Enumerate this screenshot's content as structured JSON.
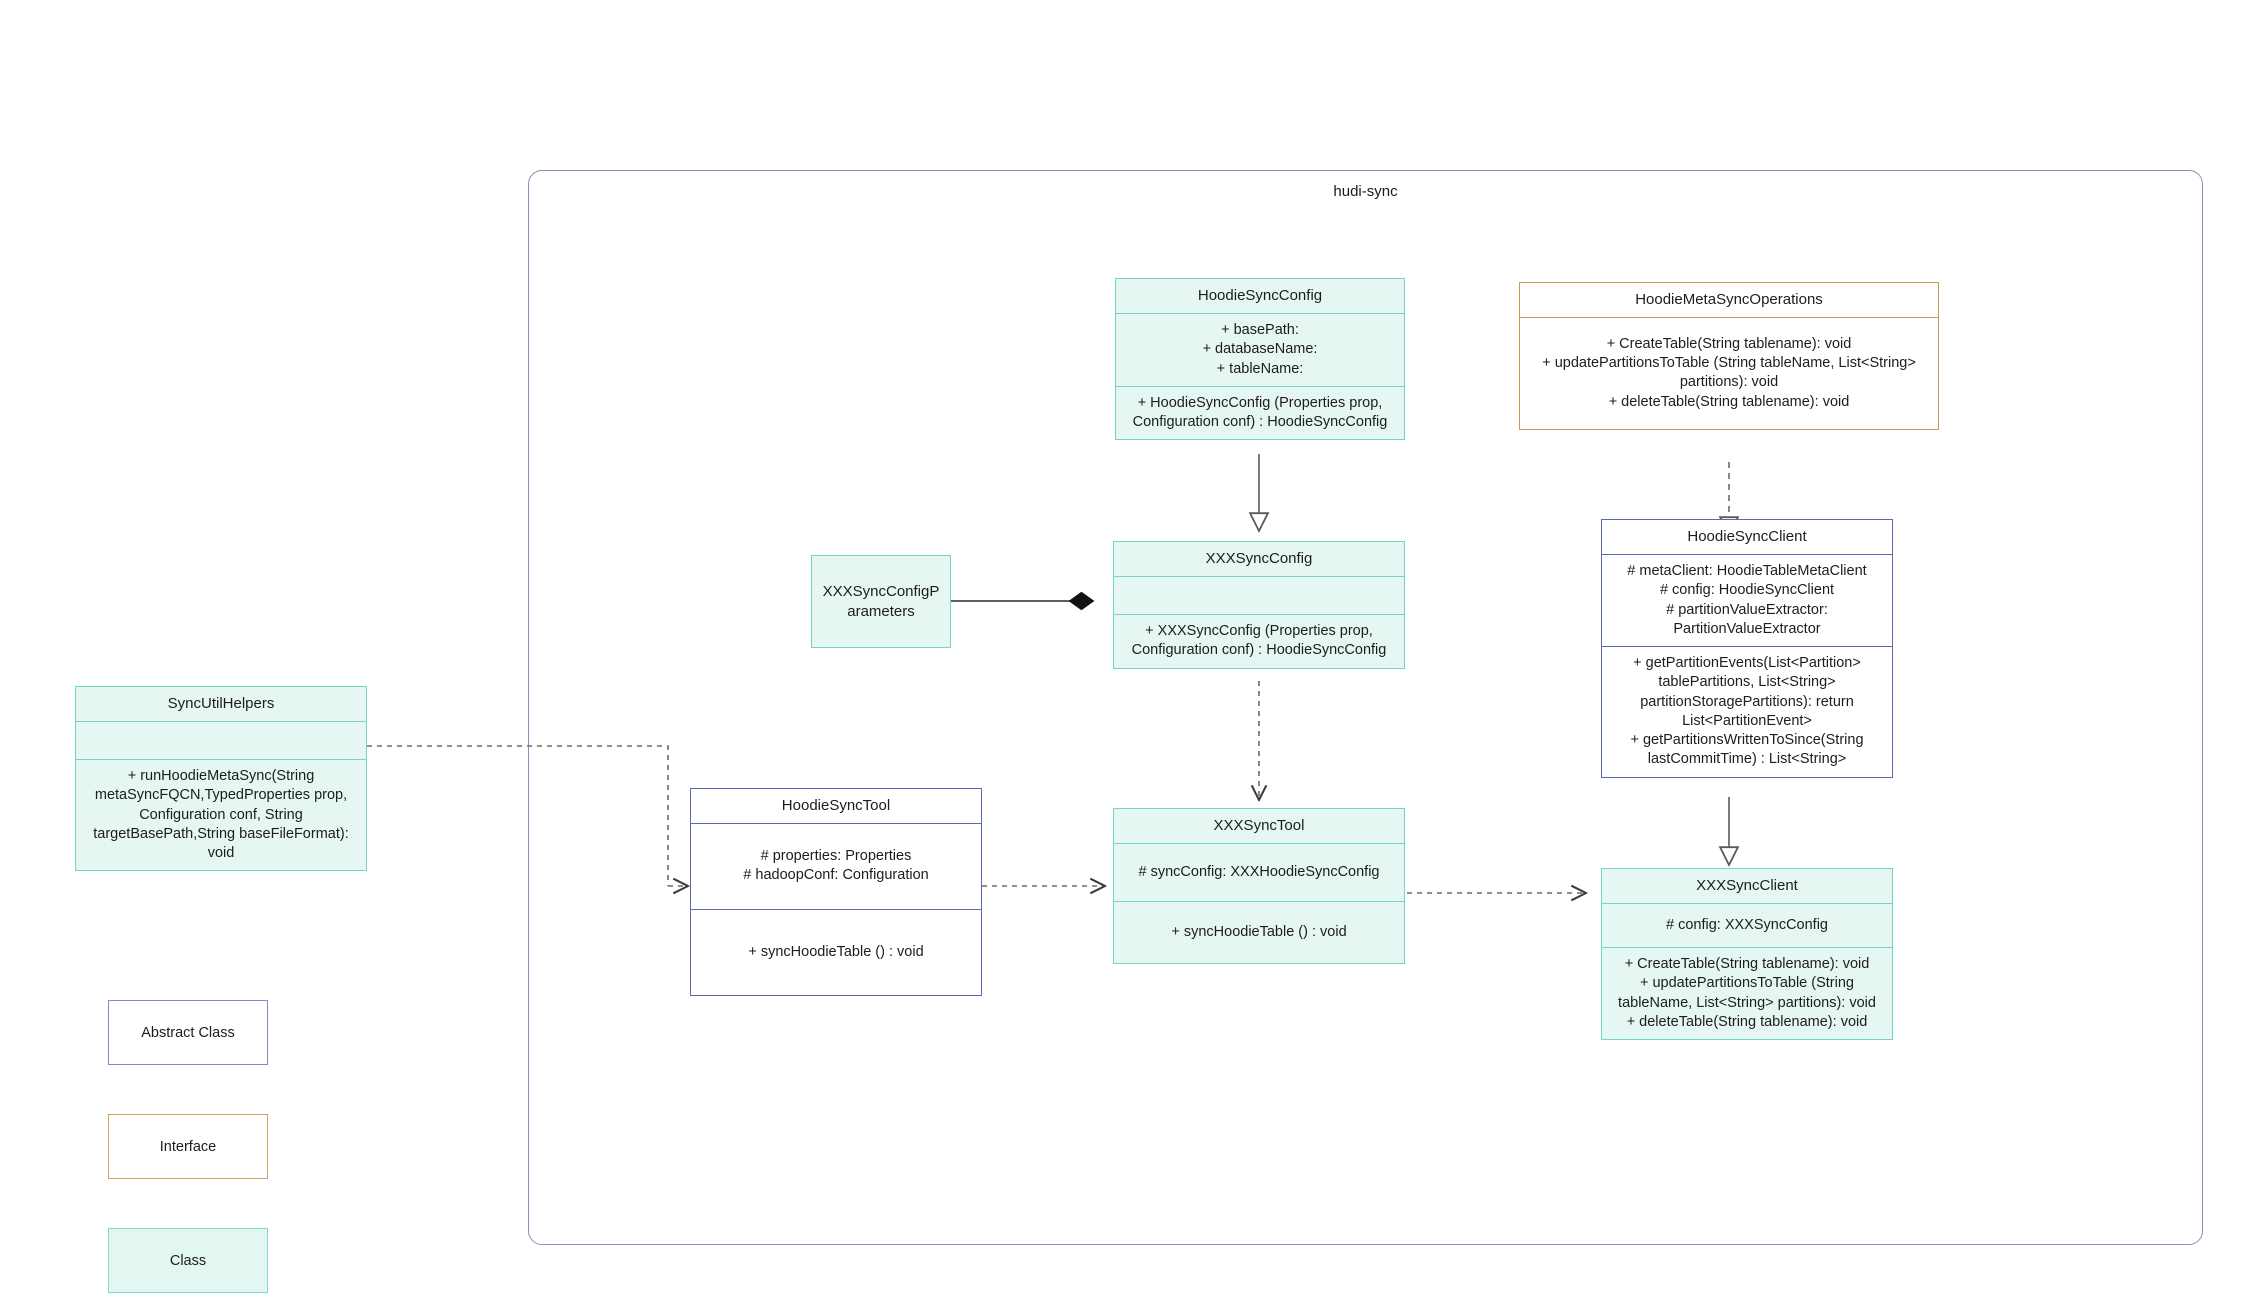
{
  "diagram": {
    "package_label": "hudi-sync",
    "colors": {
      "class_border": "#72d5cc",
      "class_fill": "#e6f6f3",
      "abstract_border": "#5b6bad",
      "abstract_fill": "#ffffff",
      "interface_border": "#c99a54",
      "interface_fill": "#ffffff",
      "package_border": "#8e8fb5",
      "connector": "#5a5a5a",
      "text": "#1d1d1d"
    }
  },
  "classes": {
    "hoodie_sync_config": {
      "stereotype": "class",
      "title": "HoodieSyncConfig",
      "attributes": "+    basePath:\n+   databaseName:\n+    tableName:",
      "methods": "+   HoodieSyncConfig (Properties prop, Configuration conf) : HoodieSyncConfig"
    },
    "hoodie_meta_sync_operations": {
      "stereotype": "interface",
      "title": "HoodieMetaSyncOperations",
      "methods": "+    CreateTable(String tablename): void\n+   updatePartitionsToTable (String tableName, List<String> partitions): void\n+    deleteTable(String tablename): void"
    },
    "xxx_sync_config_parameters": {
      "stereotype": "class",
      "title": "XXXSyncConfigParameters"
    },
    "xxx_sync_config": {
      "stereotype": "class",
      "title": "XXXSyncConfig",
      "attributes": "",
      "methods": "+   XXXSyncConfig (Properties prop, Configuration conf) : HoodieSyncConfig"
    },
    "hoodie_sync_client": {
      "stereotype": "abstract",
      "title": "HoodieSyncClient",
      "attributes": "#   metaClient: HoodieTableMetaClient\n#    config: HoodieSyncClient\n#    partitionValueExtractor: PartitionValueExtractor",
      "methods": "+   getPartitionEvents(List<Partition> tablePartitions, List<String> partitionStoragePartitions): return List<PartitionEvent>\n+   getPartitionsWrittenToSince(String lastCommitTime) : List<String>"
    },
    "sync_util_helpers": {
      "stereotype": "class",
      "title": "SyncUtilHelpers",
      "attributes": "",
      "methods": "+     runHoodieMetaSync(String metaSyncFQCN,TypedProperties prop, Configuration conf, String targetBasePath,String baseFileFormat): void"
    },
    "hoodie_sync_tool": {
      "stereotype": "abstract",
      "title": "HoodieSyncTool",
      "attributes": "#   properties: Properties\n#   hadoopConf: Configuration",
      "methods": "+   syncHoodieTable () : void"
    },
    "xxx_sync_tool": {
      "stereotype": "class",
      "title": "XXXSyncTool",
      "attributes": "#   syncConfig: XXXHoodieSyncConfig",
      "methods": "+   syncHoodieTable () : void"
    },
    "xxx_sync_client": {
      "stereotype": "class",
      "title": "XXXSyncClient",
      "attributes": "#    config: XXXSyncConfig",
      "methods": "+    CreateTable(String tablename): void\n+    updatePartitionsToTable (String tableName, List<String> partitions): void\n+    deleteTable(String tablename): void"
    }
  },
  "legend": {
    "abstract_class": "Abstract Class",
    "interface": "Interface",
    "class": "Class"
  },
  "relationships": [
    {
      "name": "hoodie-sync-config-to-xxx-sync-config",
      "type": "generalization",
      "from": "HoodieSyncConfig",
      "to": "XXXSyncConfig"
    },
    {
      "name": "xxx-sync-config-parameters-to-xxx-sync-config",
      "type": "composition",
      "from": "XXXSyncConfigParameters",
      "to": "XXXSyncConfig"
    },
    {
      "name": "hoodie-meta-sync-operations-to-hoodie-sync-client",
      "type": "realization",
      "from": "HoodieMetaSyncOperations",
      "to": "HoodieSyncClient"
    },
    {
      "name": "hoodie-sync-client-to-xxx-sync-client",
      "type": "generalization",
      "from": "HoodieSyncClient",
      "to": "XXXSyncClient"
    },
    {
      "name": "xxx-sync-config-to-xxx-sync-tool",
      "type": "dependency",
      "from": "XXXSyncConfig",
      "to": "XXXSyncTool"
    },
    {
      "name": "sync-util-helpers-to-hoodie-sync-tool",
      "type": "dependency",
      "from": "SyncUtilHelpers",
      "to": "HoodieSyncTool"
    },
    {
      "name": "hoodie-sync-tool-to-xxx-sync-tool",
      "type": "dependency",
      "from": "HoodieSyncTool",
      "to": "XXXSyncTool"
    },
    {
      "name": "xxx-sync-tool-to-xxx-sync-client",
      "type": "dependency",
      "from": "XXXSyncTool",
      "to": "XXXSyncClient"
    }
  ]
}
